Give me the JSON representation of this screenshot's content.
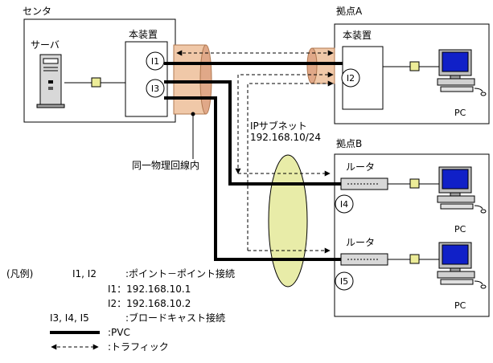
{
  "sites": {
    "center": {
      "label": "センタ",
      "server_label": "サーバ",
      "device_label": "本装置"
    },
    "site_a": {
      "label": "拠点A",
      "device_label": "本装置",
      "pc_label": "PC"
    },
    "site_b": {
      "label": "拠点B",
      "router_label": "ルータ",
      "pc_label": "PC"
    }
  },
  "interfaces": {
    "i1": "I1",
    "i2": "I2",
    "i3": "I3",
    "i4": "I4",
    "i5": "I5"
  },
  "network": {
    "subnet_title": "IPサブネット",
    "subnet_address": "192.168.10/24",
    "physical_line": "同一物理回線内"
  },
  "legend": {
    "title": "(凡例)",
    "p2p_ids": "I1, I2",
    "p2p_desc": ":ポイント－ポイント接続",
    "i1_line": "I1：192.168.10.1",
    "i2_line": "I2：192.168.10.2",
    "broadcast_ids": "I3, I4, I5",
    "broadcast_desc": ":ブロードキャスト接続",
    "pvc_desc": ":PVC",
    "traffic_desc": ":トラフィック"
  },
  "colors": {
    "tube_fill": "#f0c8a8",
    "tube_stroke": "#b07850",
    "ellipse_fill": "#e8eca8",
    "connector_fill": "#ecec98",
    "monitor_screen": "#1020c8",
    "monitor_body": "#c0c0c0"
  }
}
